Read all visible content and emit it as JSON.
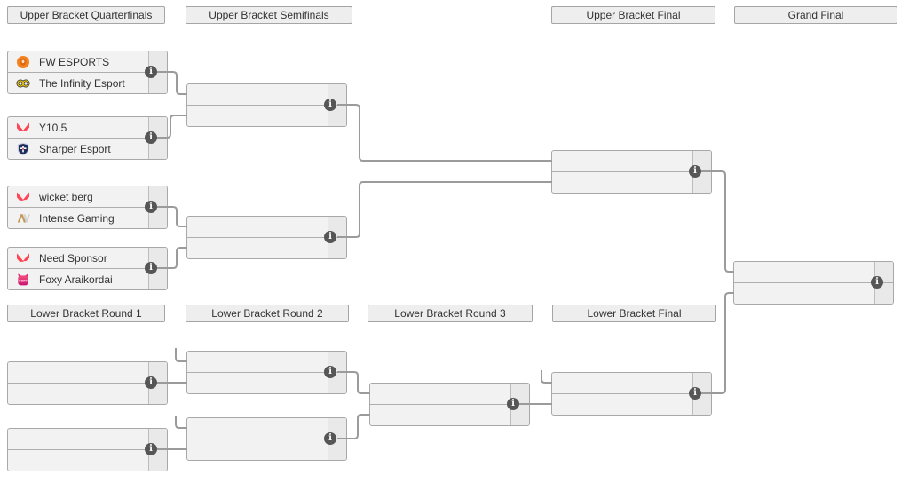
{
  "headers": [
    {
      "id": "upper-bracket-quarterfinals",
      "label": "Upper Bracket Quarterfinals"
    },
    {
      "id": "upper-bracket-semifinals",
      "label": "Upper Bracket Semifinals"
    },
    {
      "id": "upper-bracket-final",
      "label": "Upper Bracket Final"
    },
    {
      "id": "grand-final",
      "label": "Grand Final"
    },
    {
      "id": "lower-bracket-round-1",
      "label": "Lower Bracket Round 1"
    },
    {
      "id": "lower-bracket-round-2",
      "label": "Lower Bracket Round 2"
    },
    {
      "id": "lower-bracket-round-3",
      "label": "Lower Bracket Round 3"
    },
    {
      "id": "lower-bracket-final",
      "label": "Lower Bracket Final"
    }
  ],
  "matches": [
    {
      "id": "ubqf1",
      "round": "Upper Bracket Quarterfinals",
      "teams": [
        {
          "name": "FW ESPORTS",
          "icon": "lion-icon"
        },
        {
          "name": "The Infinity Esport",
          "icon": "infinity-icon"
        }
      ],
      "scores": [
        "",
        ""
      ]
    },
    {
      "id": "ubqf2",
      "round": "Upper Bracket Quarterfinals",
      "teams": [
        {
          "name": "Y10.5",
          "icon": "valorant-icon"
        },
        {
          "name": "Sharper Esport",
          "icon": "shield-icon"
        }
      ],
      "scores": [
        "",
        ""
      ]
    },
    {
      "id": "ubqf3",
      "round": "Upper Bracket Quarterfinals",
      "teams": [
        {
          "name": "wicket berg",
          "icon": "valorant-icon"
        },
        {
          "name": "Intense Gaming",
          "icon": "av-icon"
        }
      ],
      "scores": [
        "",
        ""
      ]
    },
    {
      "id": "ubqf4",
      "round": "Upper Bracket Quarterfinals",
      "teams": [
        {
          "name": "Need Sponsor",
          "icon": "valorant-icon"
        },
        {
          "name": "Foxy Araikordai",
          "icon": "fox-icon"
        }
      ],
      "scores": [
        "",
        ""
      ]
    },
    {
      "id": "ubsf1",
      "round": "Upper Bracket Semifinals",
      "teams": [
        null,
        null
      ],
      "scores": [
        "",
        ""
      ]
    },
    {
      "id": "ubsf2",
      "round": "Upper Bracket Semifinals",
      "teams": [
        null,
        null
      ],
      "scores": [
        "",
        ""
      ]
    },
    {
      "id": "ubf",
      "round": "Upper Bracket Final",
      "teams": [
        null,
        null
      ],
      "scores": [
        "",
        ""
      ]
    },
    {
      "id": "gf",
      "round": "Grand Final",
      "teams": [
        null,
        null
      ],
      "scores": [
        "",
        ""
      ]
    },
    {
      "id": "lbr1m1",
      "round": "Lower Bracket Round 1",
      "teams": [
        null,
        null
      ],
      "scores": [
        "",
        ""
      ]
    },
    {
      "id": "lbr1m2",
      "round": "Lower Bracket Round 1",
      "teams": [
        null,
        null
      ],
      "scores": [
        "",
        ""
      ]
    },
    {
      "id": "lbr2m1",
      "round": "Lower Bracket Round 2",
      "teams": [
        null,
        null
      ],
      "scores": [
        "",
        ""
      ]
    },
    {
      "id": "lbr2m2",
      "round": "Lower Bracket Round 2",
      "teams": [
        null,
        null
      ],
      "scores": [
        "",
        ""
      ]
    },
    {
      "id": "lbr3",
      "round": "Lower Bracket Round 3",
      "teams": [
        null,
        null
      ],
      "scores": [
        "",
        ""
      ]
    },
    {
      "id": "lbf",
      "round": "Lower Bracket Final",
      "teams": [
        null,
        null
      ],
      "scores": [
        "",
        ""
      ]
    }
  ],
  "info_icon": {
    "glyph": "i"
  },
  "colors": {
    "valorant_red": "#ff4655",
    "lion_orange": "#f58220",
    "infinity_gold": "#e8c81e",
    "shield_navy": "#1d2d5c",
    "av_gold": "#c49a5a",
    "fox_pink": "#e0267f",
    "info_icon_bg": "#565656",
    "connector_gray": "#9b9b9b",
    "box_bg": "#f2f2f2",
    "header_bg": "#eeeeee"
  }
}
